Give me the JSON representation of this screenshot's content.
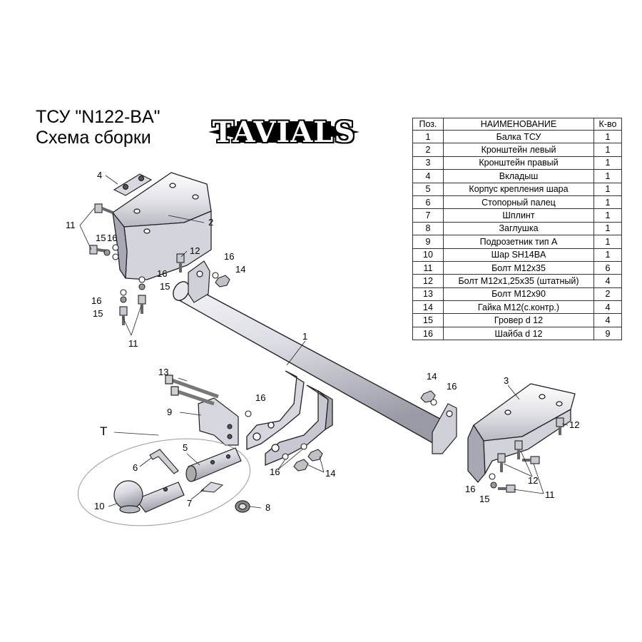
{
  "title": {
    "line1": "ТСУ  \"N122-BA\"",
    "line2": "Схема сборки"
  },
  "logo": {
    "text": "TAVIALS"
  },
  "table": {
    "headers": [
      "Поз.",
      "НАИМЕНОВАНИЕ",
      "К-во"
    ],
    "rows": [
      [
        "1",
        "Балка ТСУ",
        "1"
      ],
      [
        "2",
        "Кронштейн левый",
        "1"
      ],
      [
        "3",
        "Кронштейн правый",
        "1"
      ],
      [
        "4",
        "Вкладыш",
        "1"
      ],
      [
        "5",
        "Корпус крепления шара",
        "1"
      ],
      [
        "6",
        "Стопорный палец",
        "1"
      ],
      [
        "7",
        "Шплинт",
        "1"
      ],
      [
        "8",
        "Заглушка",
        "1"
      ],
      [
        "9",
        "Подрозетник тип А",
        "1"
      ],
      [
        "10",
        "Шар SH14BA",
        "1"
      ],
      [
        "11",
        "Болт М12х35",
        "6"
      ],
      [
        "12",
        "Болт М12х1,25х35 (штатный)",
        "4"
      ],
      [
        "13",
        "Болт М12х90",
        "2"
      ],
      [
        "14",
        "Гайка М12(с.контр.)",
        "4"
      ],
      [
        "15",
        "Гровер d 12",
        "4"
      ],
      [
        "16",
        "Шайба d 12",
        "9"
      ]
    ]
  },
  "callouts": {
    "c1": "1",
    "c2": "2",
    "c3": "3",
    "c4": "4",
    "c5": "5",
    "c6": "6",
    "c7": "7",
    "c8": "8",
    "c9": "9",
    "c10": "10",
    "c11a": "11",
    "c11b": "11",
    "c11c": "11",
    "c12a": "12",
    "c12b": "12",
    "c12c": "12",
    "c13": "13",
    "c14a": "14",
    "c14b": "14",
    "c14c": "14",
    "c15a": "15",
    "c15b": "15",
    "c15c": "15",
    "c15d": "15",
    "c16a": "16",
    "c16b": "16",
    "c16c": "16",
    "c16d": "16",
    "c16e": "16",
    "c16f": "16",
    "c16g": "16",
    "cT": "T"
  }
}
